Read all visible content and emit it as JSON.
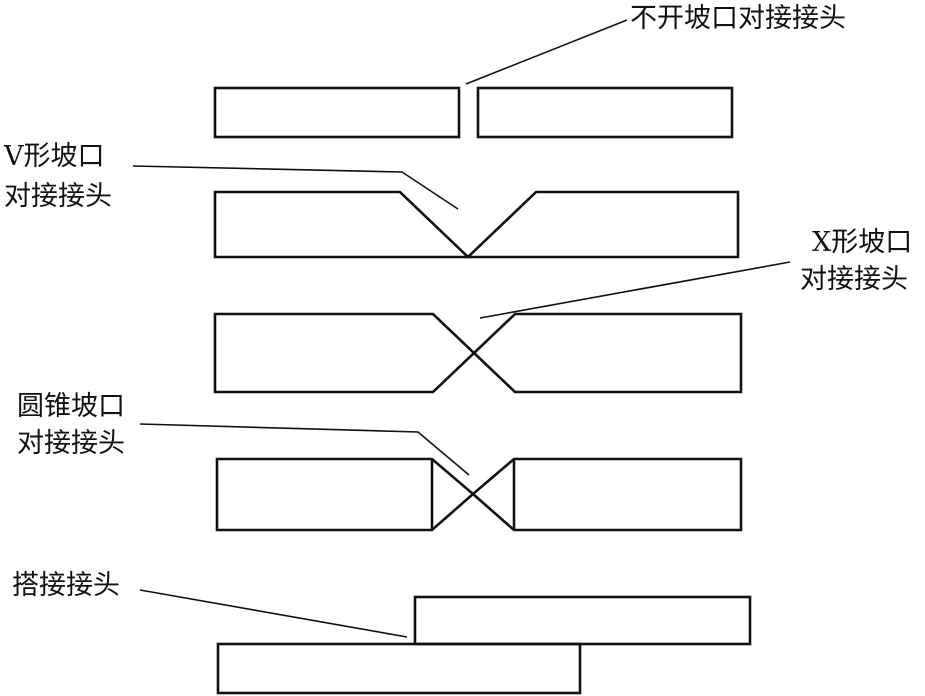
{
  "labels": {
    "square_butt": "不开坡口对接接头",
    "v_line1": "V形坡口",
    "v_line2": "对接接头",
    "x_line1": "X形坡口",
    "x_line2": "对接接头",
    "cone_line1": "圆锥坡口",
    "cone_line2": "对接接头",
    "lap": "搭接接头"
  },
  "colors": {
    "stroke": "#111111",
    "background": "#ffffff"
  }
}
